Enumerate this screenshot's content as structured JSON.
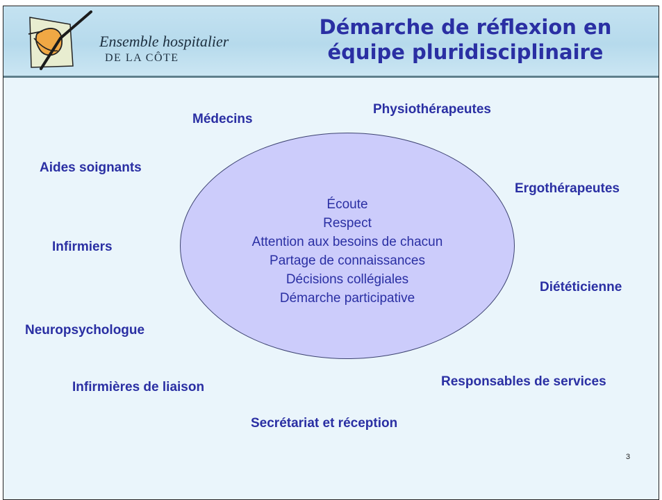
{
  "header": {
    "org_name": "Ensemble hospitalier",
    "org_subtitle": "DE LA CÔTE",
    "title_line1": "Démarche de réflexion en",
    "title_line2": "équipe pluridisciplinaire"
  },
  "roles": {
    "medecins": "Médecins",
    "physiotherapeutes": "Physiothérapeutes",
    "aides_soignants": "Aides soignants",
    "ergotherapeutes": "Ergothérapeutes",
    "infirmiers": "Infirmiers",
    "dieteticienne": "Diététicienne",
    "neuropsychologue": "Neuropsychologue",
    "infirmieres_liaison": "Infirmières de liaison",
    "responsables_services": "Responsables de services",
    "secretariat": "Secrétariat et réception"
  },
  "center_values": [
    "Écoute",
    "Respect",
    "Attention aux besoins de chacun",
    "Partage de connaissances",
    "Décisions collégiales",
    "Démarche participative"
  ],
  "page_number": "3",
  "colors": {
    "title": "#2a2fa3",
    "ellipse_fill": "#ccccfb",
    "slide_background": "#eaf5fb",
    "header_band": "#b6daec"
  },
  "icons": {
    "logo": "hospital-logo-icon"
  }
}
